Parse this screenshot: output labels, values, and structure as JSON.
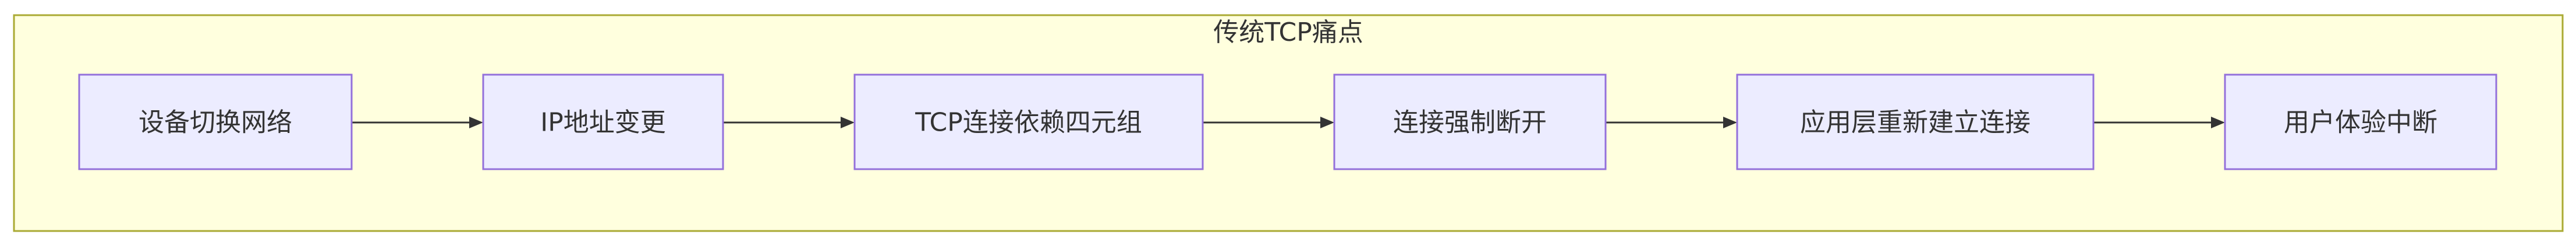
{
  "diagram": {
    "type": "flowchart",
    "direction": "left-to-right",
    "cluster": {
      "title": "传统TCP痛点"
    },
    "nodes": [
      {
        "id": "n1",
        "label": "设备切换网络"
      },
      {
        "id": "n2",
        "label": "IP地址变更"
      },
      {
        "id": "n3",
        "label": "TCP连接依赖四元组"
      },
      {
        "id": "n4",
        "label": "连接强制断开"
      },
      {
        "id": "n5",
        "label": "应用层重新建立连接"
      },
      {
        "id": "n6",
        "label": "用户体验中断"
      }
    ],
    "edges": [
      {
        "from": "n1",
        "to": "n2"
      },
      {
        "from": "n2",
        "to": "n3"
      },
      {
        "from": "n3",
        "to": "n4"
      },
      {
        "from": "n4",
        "to": "n5"
      },
      {
        "from": "n5",
        "to": "n6"
      }
    ],
    "colors": {
      "cluster_fill": "#ffffde",
      "cluster_stroke": "#aaaa33",
      "node_fill": "#ececff",
      "node_stroke": "#9370db",
      "edge": "#333333",
      "text": "#333333"
    }
  }
}
